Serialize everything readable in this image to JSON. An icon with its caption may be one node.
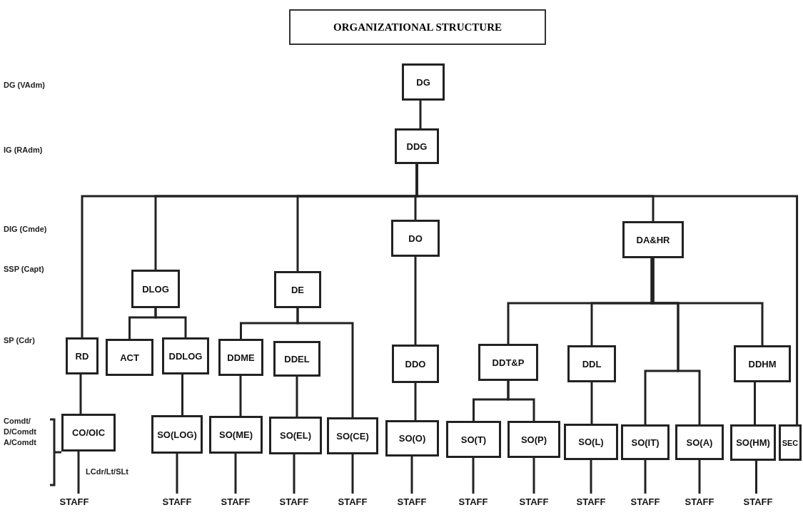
{
  "diagram": {
    "title": "ORGANIZATIONAL STRUCTURE",
    "nodes": [
      {
        "text": [
          "DG"
        ]
      },
      {
        "text": [
          "DDG"
        ]
      },
      {
        "text": [
          "DO"
        ]
      },
      {
        "text": [
          "DA&HR"
        ]
      },
      {
        "text": [
          "DLOG"
        ]
      },
      {
        "text": [
          "DE"
        ]
      },
      {
        "text": [
          "RD"
        ]
      },
      {
        "text": [
          "ACT"
        ]
      },
      {
        "text": [
          "DDLOG"
        ]
      },
      {
        "text": [
          "DDME"
        ]
      },
      {
        "text": [
          "DDEL"
        ]
      },
      {
        "text": [
          "DDO"
        ]
      },
      {
        "text": [
          "DDT&P"
        ]
      },
      {
        "text": [
          "DDL"
        ]
      },
      {
        "text": [
          "DDHM"
        ]
      },
      {
        "text": [
          "CO/OIC"
        ]
      },
      {
        "text": [
          "SO(LOG)"
        ]
      },
      {
        "text": [
          "SO(ME)"
        ]
      },
      {
        "text": [
          "SO(EL)"
        ]
      },
      {
        "text": [
          "SO(CE)"
        ]
      },
      {
        "text": [
          "SO(O)"
        ]
      },
      {
        "text": [
          "SO(T)"
        ]
      },
      {
        "text": [
          "SO(P)"
        ]
      },
      {
        "text": [
          "SO(L)"
        ]
      },
      {
        "text": [
          "SO(IT)"
        ]
      },
      {
        "text": [
          "SO(A)"
        ]
      },
      {
        "text": [
          "SO(HM)"
        ]
      },
      {
        "text": [
          "SEC"
        ]
      },
      {
        "text": [
          "STAFF"
        ]
      },
      {
        "text": [
          "STAFF"
        ]
      },
      {
        "text": [
          "STAFF"
        ]
      },
      {
        "text": [
          "STAFF"
        ]
      },
      {
        "text": [
          "STAFF"
        ]
      },
      {
        "text": [
          "STAFF"
        ]
      },
      {
        "text": [
          "STAFF"
        ]
      },
      {
        "text": [
          "STAFF"
        ]
      },
      {
        "text": [
          "STAFF"
        ]
      },
      {
        "text": [
          "STAFF"
        ]
      },
      {
        "text": [
          "STAFF"
        ]
      },
      {
        "text": [
          "STAFF"
        ]
      }
    ],
    "edges": [
      {
        "from": 0,
        "to": 1,
        "arrow": "none"
      },
      {
        "from": 1,
        "to": 6,
        "arrow": "none"
      },
      {
        "from": 1,
        "to": 4,
        "arrow": "none"
      },
      {
        "from": 1,
        "to": 5,
        "arrow": "none"
      },
      {
        "from": 1,
        "to": 2,
        "arrow": "none"
      },
      {
        "from": 1,
        "to": 3,
        "arrow": "none"
      },
      {
        "from": 1,
        "to": 27,
        "arrow": "none"
      },
      {
        "from": 4,
        "to": 7,
        "arrow": "none"
      },
      {
        "from": 4,
        "to": 8,
        "arrow": "none"
      },
      {
        "from": 5,
        "to": 9,
        "arrow": "none"
      },
      {
        "from": 5,
        "to": 19,
        "arrow": "none"
      },
      {
        "from": 2,
        "to": 11,
        "arrow": "none"
      },
      {
        "from": 3,
        "to": 12,
        "arrow": "none"
      },
      {
        "from": 3,
        "to": 13,
        "arrow": "none"
      },
      {
        "from": 3,
        "to": 24,
        "arrow": "none"
      },
      {
        "from": 3,
        "to": 25,
        "arrow": "none"
      },
      {
        "from": 3,
        "to": 14,
        "arrow": "none"
      },
      {
        "from": 6,
        "to": 15,
        "arrow": "none"
      },
      {
        "from": 8,
        "to": 16,
        "arrow": "none"
      },
      {
        "from": 9,
        "to": 17,
        "arrow": "none"
      },
      {
        "from": 10,
        "to": 18,
        "arrow": "none"
      },
      {
        "from": 11,
        "to": 20,
        "arrow": "none"
      },
      {
        "from": 12,
        "to": 21,
        "arrow": "none"
      },
      {
        "from": 12,
        "to": 22,
        "arrow": "none"
      },
      {
        "from": 13,
        "to": 23,
        "arrow": "none"
      },
      {
        "from": 14,
        "to": 26,
        "arrow": "none"
      },
      {
        "from": 15,
        "to": 28,
        "arrow": "none"
      },
      {
        "from": 16,
        "to": 29,
        "arrow": "none"
      },
      {
        "from": 17,
        "to": 30,
        "arrow": "none"
      },
      {
        "from": 18,
        "to": 31,
        "arrow": "none"
      },
      {
        "from": 19,
        "to": 32,
        "arrow": "none"
      },
      {
        "from": 20,
        "to": 33,
        "arrow": "none"
      },
      {
        "from": 21,
        "to": 34,
        "arrow": "none"
      },
      {
        "from": 22,
        "to": 35,
        "arrow": "none"
      },
      {
        "from": 23,
        "to": 36,
        "arrow": "none"
      },
      {
        "from": 24,
        "to": 37,
        "arrow": "none"
      },
      {
        "from": 25,
        "to": 38,
        "arrow": "none"
      },
      {
        "from": 26,
        "to": 39,
        "arrow": "none"
      }
    ],
    "labels": [
      "DG (VAdm)",
      "IG (RAdm)",
      "DIG (Cmde)",
      "SSP (Capt)",
      "SP (Cdr)",
      "Comdt/ D/Comdt A/Comdt",
      "LCdr/Lt/SLt"
    ]
  }
}
